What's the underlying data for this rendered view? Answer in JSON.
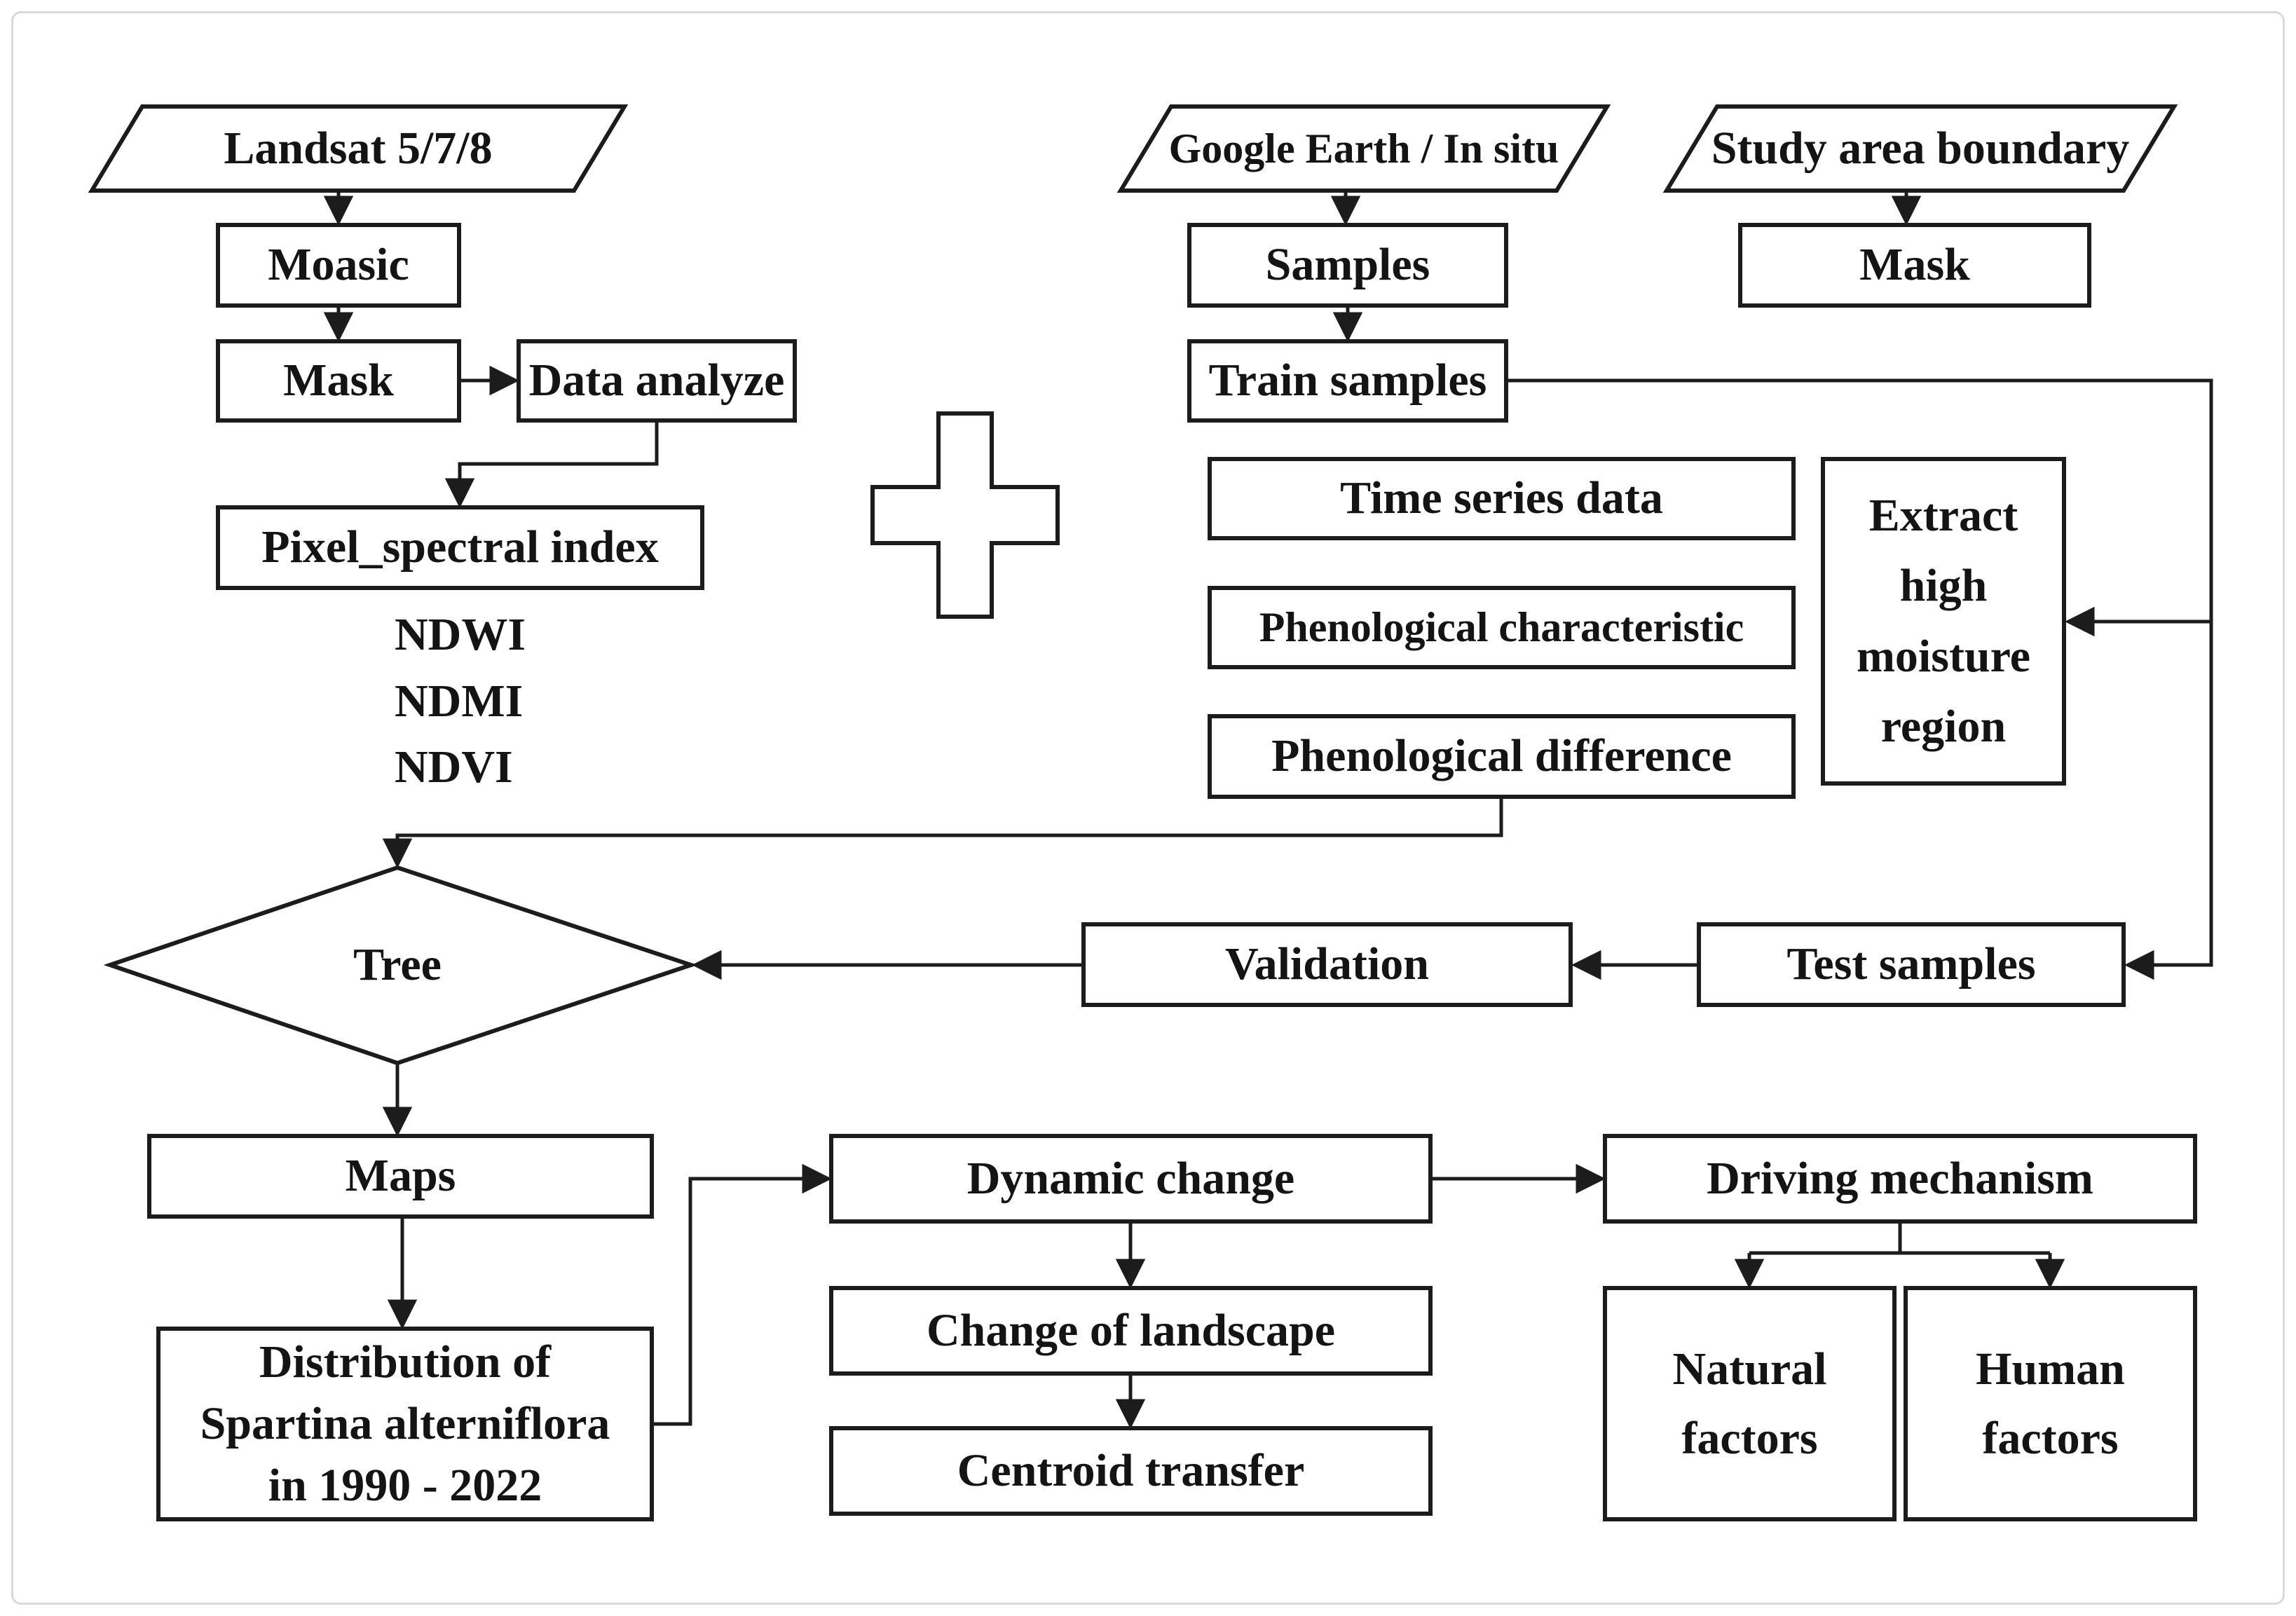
{
  "canvas": {
    "background": "#ffffff",
    "frame_color": "#d9d9d9",
    "ink_color": "#1c1c1c",
    "shape_fill": "#ffffff"
  },
  "nodes": {
    "landsat": {
      "label": "Landsat 5/7/8",
      "shape": "parallelogram"
    },
    "moasic": {
      "label": "Moasic",
      "shape": "rect"
    },
    "mask_left": {
      "label": "Mask",
      "shape": "rect"
    },
    "data_analyze": {
      "label": "Data analyze",
      "shape": "rect"
    },
    "pixel_spectral_index": {
      "label": "Pixel_spectral index",
      "shape": "rect"
    },
    "spectral_indices": [
      "NDWI",
      "NDMI",
      "NDVI"
    ],
    "plus_operator": {
      "shape": "outlined-plus-cross"
    },
    "google_earth": {
      "label": "Google Earth / In situ",
      "shape": "parallelogram"
    },
    "samples": {
      "label": "Samples",
      "shape": "rect"
    },
    "train_samples": {
      "label": "Train samples",
      "shape": "rect"
    },
    "study_area": {
      "label": "Study area boundary",
      "shape": "parallelogram"
    },
    "mask_right": {
      "label": "Mask",
      "shape": "rect"
    },
    "time_series": {
      "label": "Time series data",
      "shape": "rect"
    },
    "pheno_characteristic": {
      "label": "Phenological characteristic",
      "shape": "rect"
    },
    "pheno_difference": {
      "label": "Phenological difference",
      "shape": "rect"
    },
    "extract_region": {
      "label": "Extract high moisture region",
      "lines": [
        "Extract",
        "high",
        "moisture",
        "region"
      ],
      "shape": "rect"
    },
    "tree": {
      "label": "Tree",
      "shape": "diamond"
    },
    "validation": {
      "label": "Validation",
      "shape": "rect"
    },
    "test_samples": {
      "label": "Test samples",
      "shape": "rect"
    },
    "maps": {
      "label": "Maps",
      "shape": "rect"
    },
    "distribution": {
      "label": "Distribution of Spartina alterniflora in 1990 - 2022",
      "lines": [
        "Distribution of",
        "Spartina alterniflora",
        "in 1990 - 2022"
      ],
      "shape": "rect"
    },
    "dynamic_change": {
      "label": "Dynamic change",
      "shape": "rect"
    },
    "change_landscape": {
      "label": "Change of landscape",
      "shape": "rect"
    },
    "centroid_transfer": {
      "label": "Centroid transfer",
      "shape": "rect"
    },
    "driving_mechanism": {
      "label": "Driving mechanism",
      "shape": "rect"
    },
    "natural_factors": {
      "label": "Natural factors",
      "lines": [
        "Natural",
        "factors"
      ],
      "shape": "rect"
    },
    "human_factors": {
      "label": "Human factors",
      "lines": [
        "Human",
        "factors"
      ],
      "shape": "rect"
    }
  },
  "edges": [
    {
      "from": "landsat",
      "to": "moasic"
    },
    {
      "from": "moasic",
      "to": "mask_left"
    },
    {
      "from": "mask_left",
      "to": "data_analyze"
    },
    {
      "from": "data_analyze",
      "to": "pixel_spectral_index"
    },
    {
      "from": "google_earth",
      "to": "samples"
    },
    {
      "from": "samples",
      "to": "train_samples"
    },
    {
      "from": "study_area",
      "to": "mask_right"
    },
    {
      "from": "train_samples",
      "to": "extract_region"
    },
    {
      "from": "train_samples",
      "to": "test_samples"
    },
    {
      "from": "pheno_difference",
      "to": "tree"
    },
    {
      "from": "test_samples",
      "to": "validation"
    },
    {
      "from": "validation",
      "to": "tree"
    },
    {
      "from": "tree",
      "to": "maps"
    },
    {
      "from": "maps",
      "to": "distribution"
    },
    {
      "from": "distribution",
      "to": "dynamic_change"
    },
    {
      "from": "dynamic_change",
      "to": "driving_mechanism"
    },
    {
      "from": "dynamic_change",
      "to": "change_landscape"
    },
    {
      "from": "change_landscape",
      "to": "centroid_transfer"
    },
    {
      "from": "driving_mechanism",
      "to": "natural_factors"
    },
    {
      "from": "driving_mechanism",
      "to": "human_factors"
    }
  ]
}
